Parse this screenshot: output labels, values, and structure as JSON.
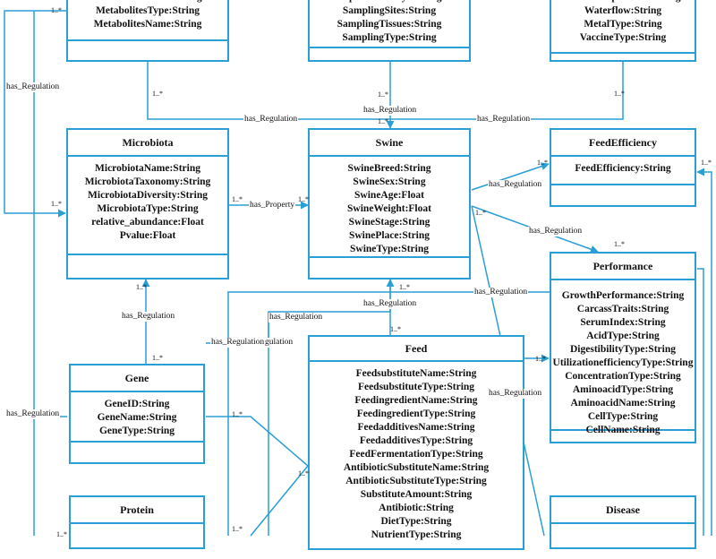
{
  "classes": {
    "metabolism": {
      "attrs": [
        "MetabolismName:String",
        "MetabolitesType:String",
        "MetabolitesName:String"
      ]
    },
    "experiment": {
      "attrs": [
        "ExperimentDays:String",
        "SamplingSites:String",
        "SamplingTissues:String",
        "SamplingType:String"
      ]
    },
    "environment": {
      "attrs": [
        "WaterTemperature:String",
        "Waterflow:String",
        "MetalType:String",
        "VaccineType:String"
      ]
    },
    "microbiota": {
      "name": "Microbiota",
      "attrs": [
        "MicrobiotaName:String",
        "MicrobiotaTaxonomy:String",
        "MicrobiotaDiversity:String",
        "MicrobiotaType:String",
        "relative_abundance:Float",
        "Pvalue:Float"
      ]
    },
    "swine": {
      "name": "Swine",
      "attrs": [
        "SwineBreed:String",
        "SwineSex:String",
        "SwineAge:Float",
        "SwineWeight:Float",
        "SwineStage:String",
        "SwinePlace:String",
        "SwineType:String"
      ]
    },
    "feedefficiency": {
      "name": "FeedEfficiency",
      "attrs": [
        "FeedEfficiency:String"
      ]
    },
    "performance": {
      "name": "Performance",
      "attrs": [
        "GrowthPerformance:String",
        "CarcassTraits:String",
        "SerumIndex:String",
        "AcidType:String",
        "DigestibilityType:String",
        "UtilizationefficiencyType:String",
        "ConcentrationType:String",
        "AminoacidType:String",
        "AminoacidName:String",
        "CellType:String",
        "CellName:String"
      ]
    },
    "gene": {
      "name": "Gene",
      "attrs": [
        "GeneID:String",
        "GeneName:String",
        "GeneType:String"
      ]
    },
    "feed": {
      "name": "Feed",
      "attrs": [
        "FeedsubstituteName:String",
        "FeedsubstituteType:String",
        "FeedingredientName:String",
        "FeedingredientType:String",
        "FeedadditivesName:String",
        "FeedadditivesType:String",
        "FeedFermentationType:String",
        "AntibioticSubstituteName:String",
        "AntibioticSubstituteType:String",
        "SubstituteAmount:String",
        "Antibiotic:String",
        "DietType:String",
        "NutrientType:String"
      ]
    },
    "protein": {
      "name": "Protein",
      "attrs": []
    },
    "disease": {
      "name": "Disease",
      "attrs": []
    }
  },
  "relations": {
    "has_regulation": "has_Regulation",
    "has_property": "has_Property",
    "regulation_partial": "gulation"
  },
  "multiplicity": "1..*"
}
